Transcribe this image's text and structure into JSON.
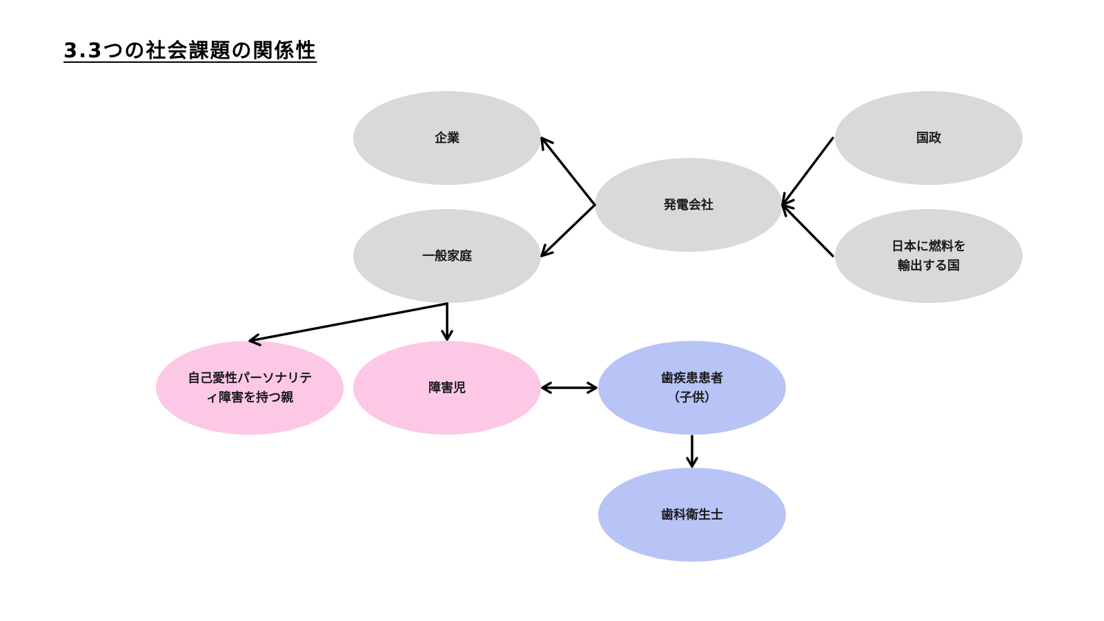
{
  "title": "3.3つの社会課題の関係性",
  "colors": {
    "gray_node": "#d9d9d9",
    "pink_node": "#fcc8e6",
    "blue_node": "#b8c3f6",
    "arrow": "#000000"
  },
  "nodes": {
    "kigyo": {
      "lines": [
        "企業"
      ]
    },
    "ippan_katei": {
      "lines": [
        "一般家庭"
      ]
    },
    "hatsuden_gaisha": {
      "lines": [
        "発電会社"
      ]
    },
    "kokusei": {
      "lines": [
        "国政"
      ]
    },
    "nenryo_yushutsu": {
      "lines": [
        "日本に燃料を",
        "輸出する国"
      ]
    },
    "oya": {
      "lines": [
        "自己愛性パーソナリテ",
        "ィ障害を持つ親"
      ]
    },
    "shogaiji": {
      "lines": [
        "障害児"
      ]
    },
    "shika_kanja": {
      "lines": [
        "歯疾患患者",
        "（子供）"
      ]
    },
    "shika_eiseishi": {
      "lines": [
        "歯科衛生士"
      ]
    }
  }
}
